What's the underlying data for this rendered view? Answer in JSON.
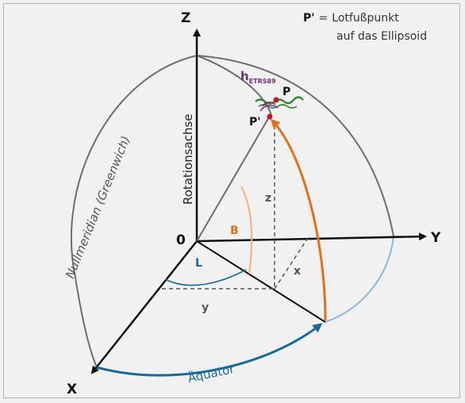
{
  "axes": {
    "z": "Z",
    "y": "Y",
    "x": "X",
    "origin": "0"
  },
  "labels": {
    "rotation_axis": "Rotationsachse",
    "prime_meridian": "Nullmeridian (Greenwich)",
    "equator": "Äquator",
    "latitude": "B",
    "longitude": "L",
    "coord_x": "x",
    "coord_y": "y",
    "coord_z": "z",
    "point_p": "P",
    "point_p_prime": "P'",
    "height_h": "h",
    "height_subscript": "ETRS89"
  },
  "note": {
    "symbol": "P'",
    "equals": "=",
    "line1": "Lotfußpunkt",
    "line2": "auf das Ellipsoid"
  },
  "colors": {
    "background": "#f1f1f1",
    "frame": "#b5b5b5",
    "ellipsoid": "#6e6e6e",
    "axes": "#111111",
    "orange": "#e0701a",
    "blue": "#1a6a99",
    "light_blue": "#8cb8d4",
    "purple": "#7b2a7b",
    "green": "#2e8b3c",
    "red_point": "#c0182b",
    "dashed": "#555555"
  }
}
